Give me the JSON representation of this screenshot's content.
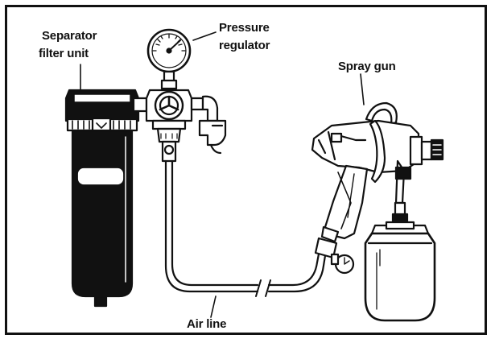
{
  "labels": {
    "separator_line1": "Separator",
    "separator_line2": "filter unit",
    "pressure_line1": "Pressure",
    "pressure_line2": "regulator",
    "spray_gun": "Spray gun",
    "air_line": "Air line"
  },
  "colors": {
    "ink": "#111111",
    "paper": "#ffffff"
  }
}
